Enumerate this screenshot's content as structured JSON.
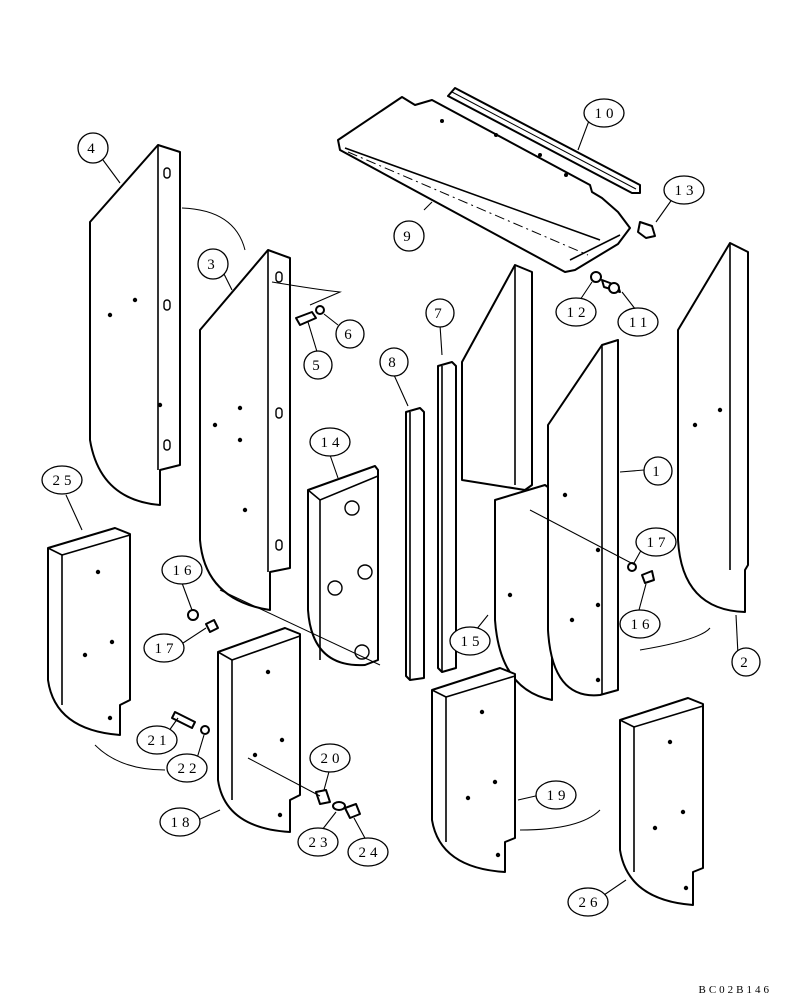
{
  "drawing_code": "BC02B146",
  "callouts": [
    {
      "id": "c1",
      "label": "1"
    },
    {
      "id": "c2",
      "label": "2"
    },
    {
      "id": "c3",
      "label": "3"
    },
    {
      "id": "c4",
      "label": "4"
    },
    {
      "id": "c5",
      "label": "5"
    },
    {
      "id": "c6",
      "label": "6"
    },
    {
      "id": "c7",
      "label": "7"
    },
    {
      "id": "c8",
      "label": "8"
    },
    {
      "id": "c9",
      "label": "9"
    },
    {
      "id": "c10",
      "label": "10"
    },
    {
      "id": "c11",
      "label": "11"
    },
    {
      "id": "c12",
      "label": "12"
    },
    {
      "id": "c13",
      "label": "13"
    },
    {
      "id": "c14",
      "label": "14"
    },
    {
      "id": "c15",
      "label": "15"
    },
    {
      "id": "c16a",
      "label": "16"
    },
    {
      "id": "c16b",
      "label": "16"
    },
    {
      "id": "c17a",
      "label": "17"
    },
    {
      "id": "c17b",
      "label": "17"
    },
    {
      "id": "c18",
      "label": "18"
    },
    {
      "id": "c19",
      "label": "19"
    },
    {
      "id": "c20",
      "label": "20"
    },
    {
      "id": "c21",
      "label": "21"
    },
    {
      "id": "c22",
      "label": "22"
    },
    {
      "id": "c23",
      "label": "23"
    },
    {
      "id": "c24",
      "label": "24"
    },
    {
      "id": "c25",
      "label": "25"
    },
    {
      "id": "c26",
      "label": "26"
    }
  ]
}
